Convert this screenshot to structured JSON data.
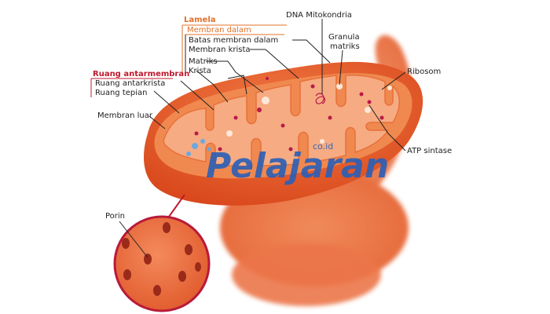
{
  "labels": {
    "lamela": "Lamela",
    "membran_dalam": "Membran dalam",
    "batas_membran_dalam": "Batas membran dalam",
    "membran_krista": "Membran krista",
    "matriks": "Matriks",
    "krista": "Krista",
    "ruang_antarmembran": "Ruang antarmembran",
    "ruang_antarkrista": "Ruang antarkrista",
    "ruang_tepian": "Ruang tepian",
    "membran_luar": "Membran luar",
    "dna_mitokondria": "DNA Mitokondria",
    "granula_line1": "Granula",
    "granula_line2": "matriks",
    "ribosom": "Ribosom",
    "atp_sintase": "ATP sintase",
    "porin": "Porin"
  },
  "watermark": {
    "brand": "Pelajaran",
    "suffix": "co.id"
  },
  "colors": {
    "outer_membrane": "#e45a28",
    "inner_space": "#f08a52",
    "cristae": "#f6b08a",
    "heading_red": "#c0182c",
    "heading_orange": "#e0702a",
    "watermark_blue": "#2a5fb8"
  }
}
